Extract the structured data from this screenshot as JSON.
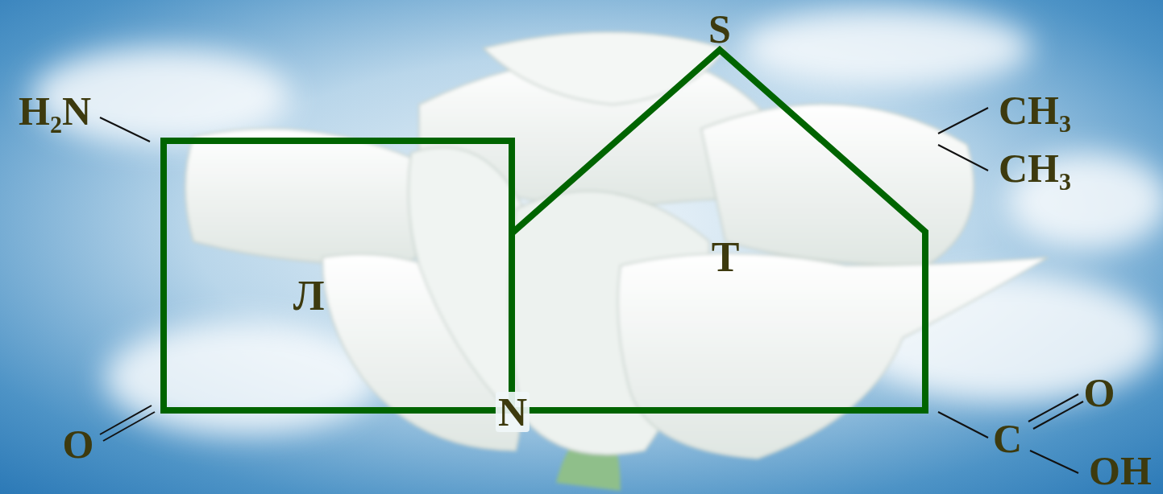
{
  "diagram": {
    "nodes": [
      {
        "text": [
          "Л"
        ]
      },
      {
        "text": [
          "Т"
        ]
      }
    ],
    "labels": [
      "H₂N",
      "O",
      "N",
      "S",
      "CH₃",
      "CH₃",
      "C",
      "O",
      "OH"
    ]
  }
}
